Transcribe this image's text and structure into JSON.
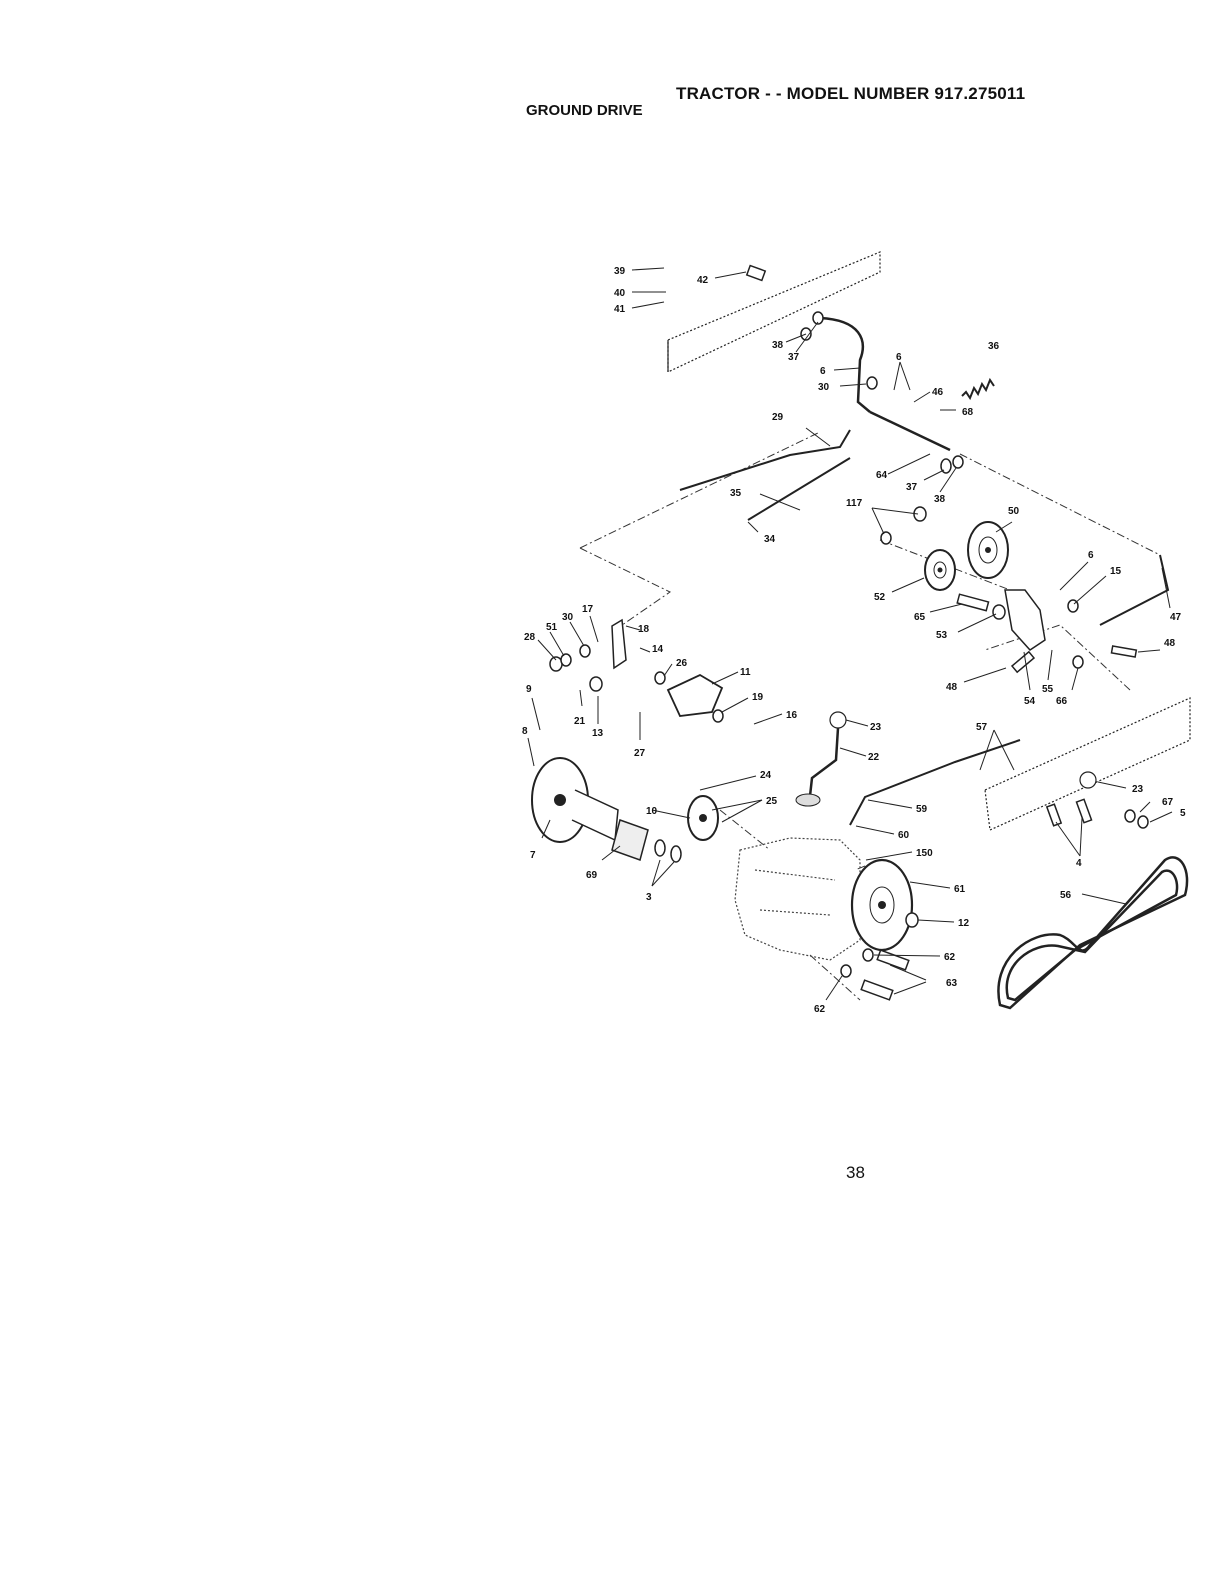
{
  "header": {
    "title": "TRACTOR - - MODEL NUMBER 917.275011",
    "section": "GROUND DRIVE"
  },
  "footer": {
    "page_number": "38"
  },
  "callouts": [
    "39",
    "40",
    "41",
    "42",
    "38",
    "37",
    "36",
    "6",
    "6",
    "30",
    "46",
    "68",
    "29",
    "64",
    "37",
    "38",
    "35",
    "34",
    "117",
    "50",
    "6",
    "15",
    "47",
    "52",
    "65",
    "53",
    "48",
    "48",
    "54",
    "55",
    "66",
    "28",
    "51",
    "30",
    "17",
    "18",
    "14",
    "26",
    "11",
    "19",
    "16",
    "21",
    "13",
    "27",
    "9",
    "8",
    "23",
    "22",
    "57",
    "24",
    "25",
    "10",
    "23",
    "67",
    "5",
    "59",
    "60",
    "150",
    "4",
    "7",
    "69",
    "3",
    "61",
    "12",
    "56",
    "62",
    "63",
    "62"
  ]
}
